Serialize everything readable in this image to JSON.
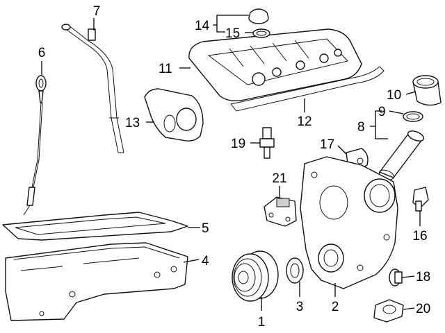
{
  "diagram": {
    "callouts": [
      {
        "id": "1",
        "text": "1",
        "part": "crankshaft-pulley"
      },
      {
        "id": "2",
        "text": "2",
        "part": "timing-cover"
      },
      {
        "id": "3",
        "text": "3",
        "part": "front-seal"
      },
      {
        "id": "4",
        "text": "4",
        "part": "oil-pan"
      },
      {
        "id": "5",
        "text": "5",
        "part": "oil-pan-gasket"
      },
      {
        "id": "6",
        "text": "6",
        "part": "dipstick"
      },
      {
        "id": "7",
        "text": "7",
        "part": "dipstick-tube"
      },
      {
        "id": "8",
        "text": "8",
        "part": "oil-filter-group"
      },
      {
        "id": "9",
        "text": "9",
        "part": "filter-cap-seal"
      },
      {
        "id": "10",
        "text": "10",
        "part": "oil-filter-cap"
      },
      {
        "id": "11",
        "text": "11",
        "part": "valve-cover"
      },
      {
        "id": "12",
        "text": "12",
        "part": "valve-cover-gasket"
      },
      {
        "id": "13",
        "text": "13",
        "part": "cover-plate"
      },
      {
        "id": "14",
        "text": "14",
        "part": "oil-filler-cap-group"
      },
      {
        "id": "15",
        "text": "15",
        "part": "filler-cap-seal"
      },
      {
        "id": "16",
        "text": "16",
        "part": "camshaft-sensor"
      },
      {
        "id": "17",
        "text": "17",
        "part": "position-sensor"
      },
      {
        "id": "18",
        "text": "18",
        "part": "oil-pressure-switch"
      },
      {
        "id": "19",
        "text": "19",
        "part": "temperature-sensor"
      },
      {
        "id": "20",
        "text": "20",
        "part": "water-outlet"
      },
      {
        "id": "21",
        "text": "21",
        "part": "engine-mount-bracket"
      }
    ]
  }
}
